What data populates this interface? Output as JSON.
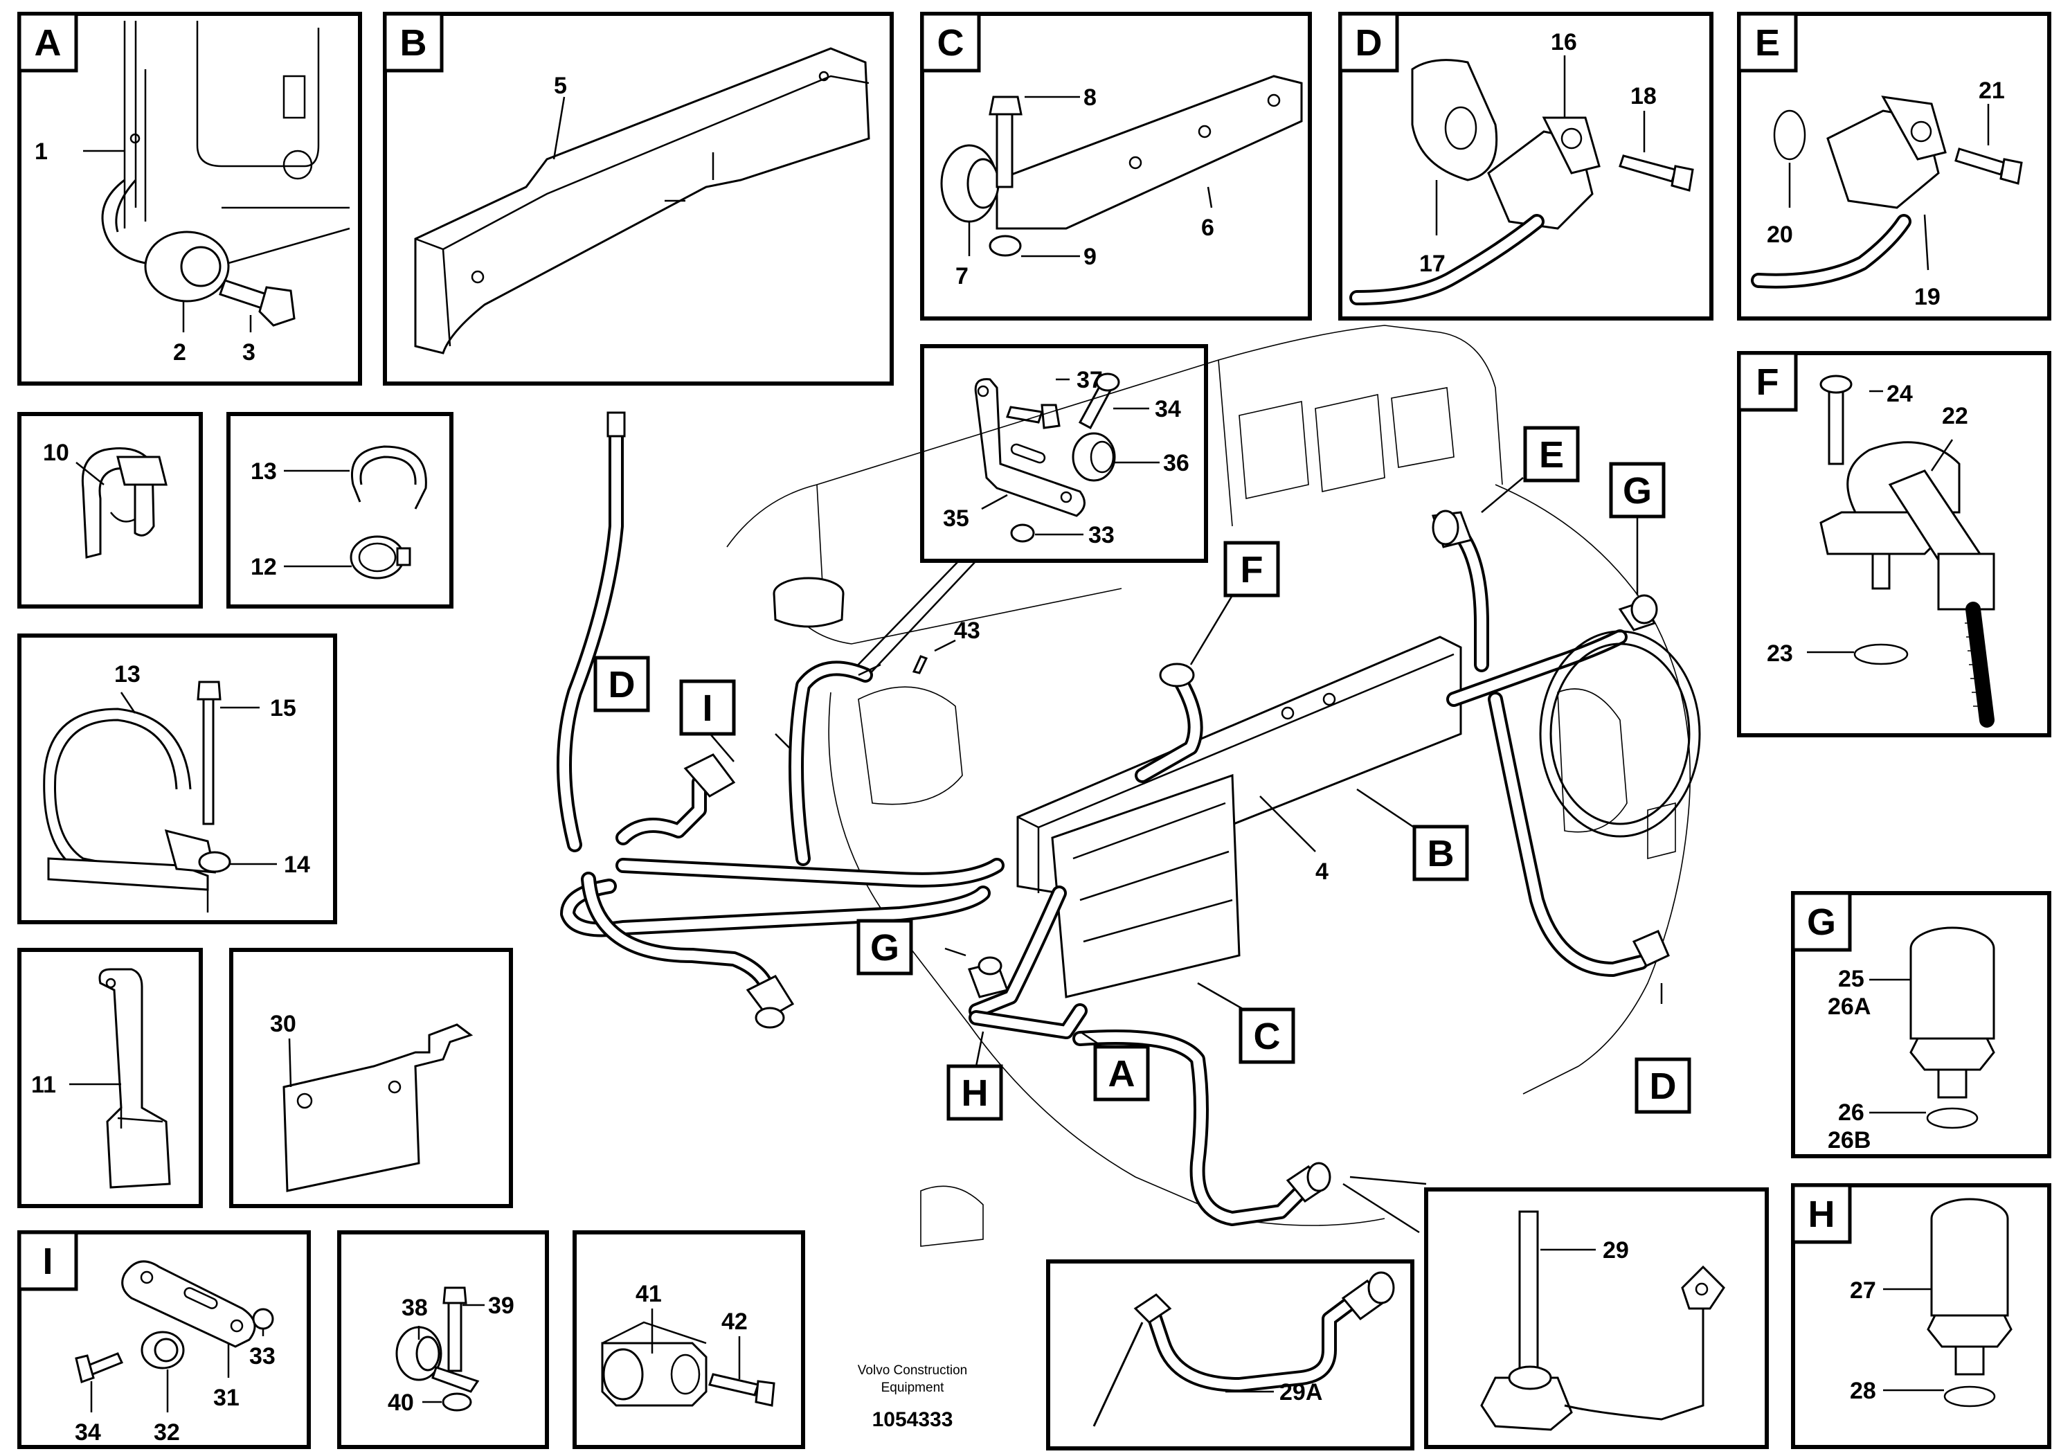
{
  "panels": {
    "A": "A",
    "B": "B",
    "C": "C",
    "D": "D",
    "E": "E",
    "F": "F",
    "G": "G",
    "H": "H",
    "I": "I"
  },
  "callouts": {
    "n1": "1",
    "n2": "2",
    "n3": "3",
    "n4": "4",
    "n5": "5",
    "n6": "6",
    "n7": "7",
    "n8": "8",
    "n9": "9",
    "n10": "10",
    "n11": "11",
    "n12": "12",
    "n13a": "13",
    "n13b": "13",
    "n14": "14",
    "n15": "15",
    "n16": "16",
    "n17": "17",
    "n18": "18",
    "n19": "19",
    "n20": "20",
    "n21": "21",
    "n22": "22",
    "n23": "23",
    "n24": "24",
    "n25": "25",
    "n26A": "26A",
    "n26": "26",
    "n26B": "26B",
    "n27": "27",
    "n28": "28",
    "n29": "29",
    "n29A": "29A",
    "n30": "30",
    "n31": "31",
    "n32": "32",
    "n33a": "33",
    "n33b": "33",
    "n34a": "34",
    "n34b": "34",
    "n35": "35",
    "n36": "36",
    "n37": "37",
    "n38": "38",
    "n39": "39",
    "n40": "40",
    "n41": "41",
    "n42": "42",
    "n43": "43"
  },
  "main_tags": {
    "A": "A",
    "B": "B",
    "C": "C",
    "D_left": "D",
    "D_right": "D",
    "E": "E",
    "F": "F",
    "G_left": "G",
    "G_right": "G",
    "H": "H",
    "I": "I"
  },
  "footer": {
    "line1": "Volvo Construction",
    "line2": "Equipment",
    "drawing_number": "1054333"
  }
}
